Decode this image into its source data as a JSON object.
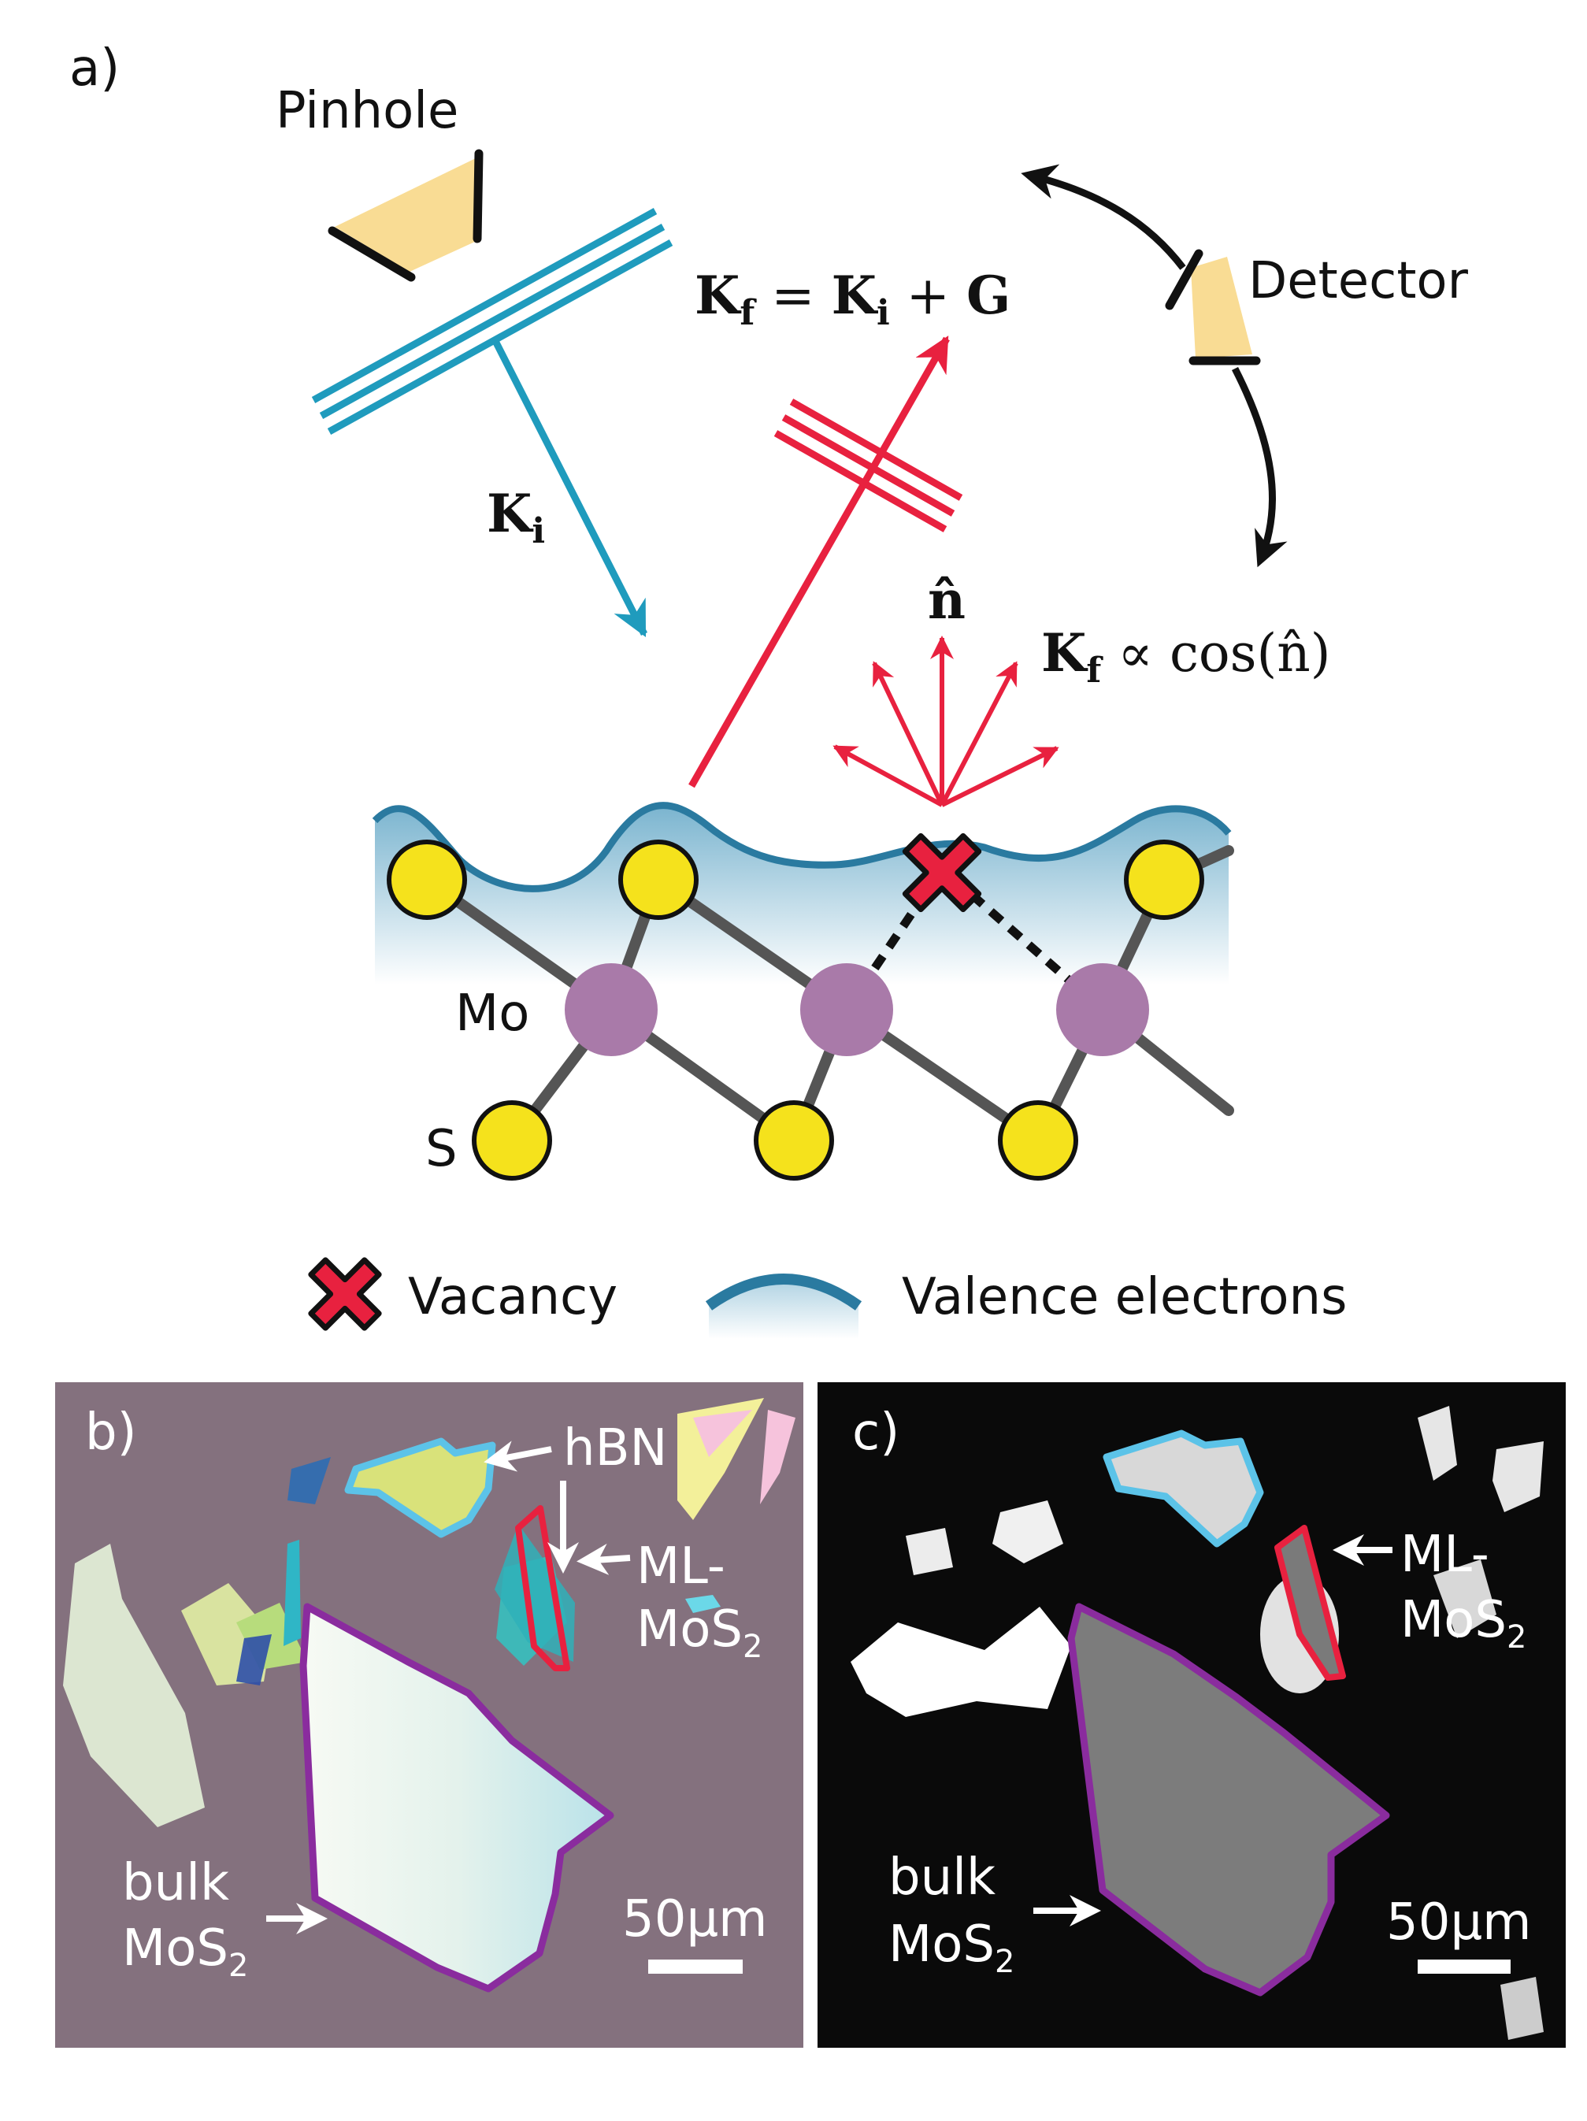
{
  "colors": {
    "incident_beam": "#1f9bbd",
    "scattered_beam": "#e8213f",
    "vacancy": "#e8213f",
    "valence_electrons": "#2a7aa0",
    "sulfur": "#f5e21c",
    "molybdenum": "#a97aa9",
    "bond": "#555555",
    "pinhole_detector_fill": "#f9dc94",
    "hbn_outline": "#5cc3e8",
    "ml_mos2_outline": "#e8213f",
    "bulk_mos2_outline": "#8a2c9e",
    "optical_background": "#84717e",
    "sem_background": "#0a0a0a"
  },
  "panel_a": {
    "label": "a)",
    "pinhole_label": "Pinhole",
    "detector_label": "Detector",
    "ki_label": "K",
    "ki_sub": "i",
    "scattering_eq": {
      "lhs": "K",
      "lhs_sub": "f",
      "op": " = ",
      "t1": "K",
      "t1_sub": "i",
      "plus": " + ",
      "t2": "G"
    },
    "normal_label": "n̂",
    "diffuse_eq": {
      "k": "K",
      "k_sub": "f",
      "rest": " ∝ cos(n̂)"
    },
    "mo_label": "Mo",
    "s_label": "S",
    "legend": {
      "vacancy_label": "Vacancy",
      "valence_label": "Valence electrons"
    }
  },
  "panel_b": {
    "label": "b)",
    "hbn_label": "hBN",
    "ml_label_1": "ML-",
    "ml_label_2": "MoS",
    "ml_label_sub": "2",
    "bulk_label_1": "bulk",
    "bulk_label_2": "MoS",
    "bulk_label_sub": "2",
    "scalebar_label": "50μm"
  },
  "panel_c": {
    "label": "c)",
    "ml_label_1": "ML-",
    "ml_label_2": "MoS",
    "ml_label_sub": "2",
    "bulk_label_1": "bulk",
    "bulk_label_2": "MoS",
    "bulk_label_sub": "2",
    "scalebar_label": "50μm"
  }
}
